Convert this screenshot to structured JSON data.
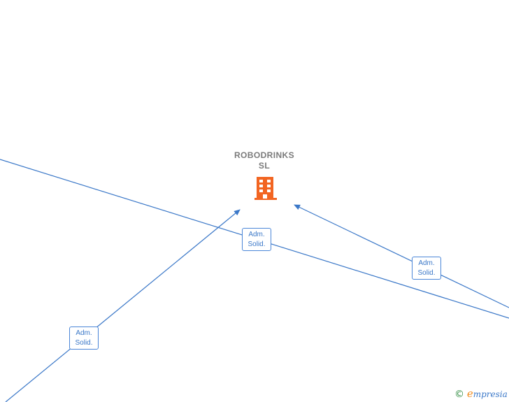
{
  "company": {
    "name_line1": "ROBODRINKS",
    "name_line2": "SL",
    "icon": "building-icon",
    "icon_color": "#f26522"
  },
  "relations": [
    {
      "line1": "Adm.",
      "line2": "Solid."
    },
    {
      "line1": "Adm.",
      "line2": "Solid."
    },
    {
      "line1": "Adm.",
      "line2": "Solid."
    }
  ],
  "edge_color": "#3b78c8",
  "watermark": {
    "copyright": "©",
    "brand_initial": "e",
    "brand_rest": "mpresia"
  }
}
